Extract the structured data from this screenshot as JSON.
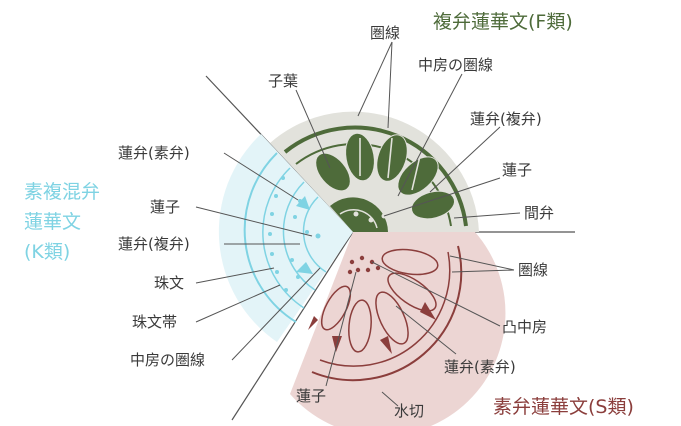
{
  "colors": {
    "F": "#4e6b3a",
    "F_bg": "#e2e2dc",
    "K": "#7fd3e3",
    "K_bg": "#e3f4f8",
    "S": "#8b3e3c",
    "S_bg": "#ecd5d3",
    "line": "#555555",
    "text": "#3a3a3a"
  },
  "titles": {
    "F": "複弁蓮華文(F類)",
    "K": [
      "素複混弁",
      "蓮華文",
      "(K類)"
    ],
    "S": "素弁蓮華文(S類)"
  },
  "labels": {
    "F": [
      "圏線",
      "子葉",
      "中房の圏線",
      "蓮弁(複弁)",
      "蓮子",
      "間弁"
    ],
    "K": [
      "蓮弁(素弁)",
      "蓮子",
      "蓮弁(複弁)",
      "珠文",
      "珠文帯",
      "中房の圏線"
    ],
    "S": [
      "圏線",
      "凸中房",
      "蓮弁(素弁)",
      "蓮子",
      "水切"
    ]
  }
}
